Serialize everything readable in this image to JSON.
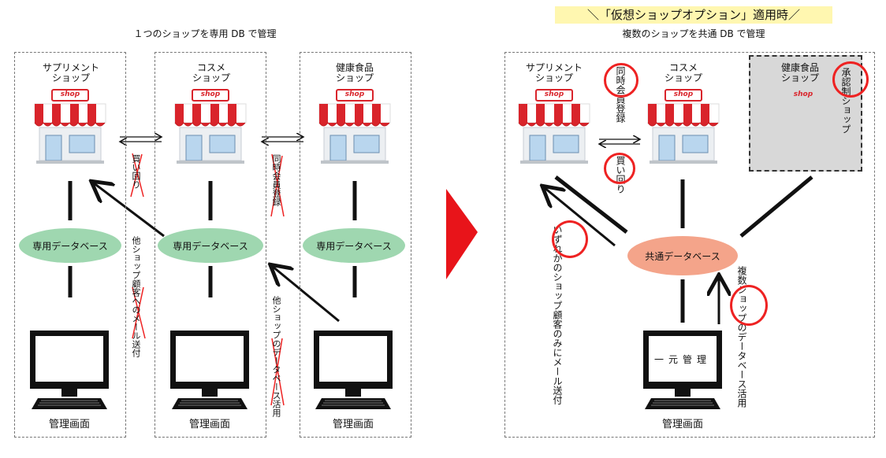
{
  "left": {
    "caption": "１つのショップを専用 DB で管理",
    "shops": [
      {
        "name_line1": "サプリメント",
        "name_line2": "ショップ",
        "sign": "shop"
      },
      {
        "name_line1": "コスメ",
        "name_line2": "ショップ",
        "sign": "shop"
      },
      {
        "name_line1": "健康食品",
        "name_line2": "ショップ",
        "sign": "shop"
      }
    ],
    "database_label": "専用データベース",
    "screen_label": "管理画面",
    "notes": {
      "kaimawari": "買い回り",
      "doji_kaiin": "同時会員登録",
      "mail": "他ショップ顧客へのメール送付",
      "db_use": "他ショップのデータベース活用"
    }
  },
  "arrow_color": "#e8141a",
  "right": {
    "title": "＼「仮想ショップオプション」適用時／",
    "caption": "複数のショップを共通 DB で管理",
    "shops": [
      {
        "name_line1": "サプリメント",
        "name_line2": "ショップ",
        "sign": "shop"
      },
      {
        "name_line1": "コスメ",
        "name_line2": "ショップ",
        "sign": "shop"
      },
      {
        "name_line1": "健康食品",
        "name_line2": "ショップ",
        "sign": "shop"
      }
    ],
    "database_label": "共通データベース",
    "central_screen_text": "一元管理",
    "screen_label": "管理画面",
    "notes": {
      "doji_kaiin": "同時会員登録",
      "kaimawari": "買い回り",
      "shonin": "承認制ショップ",
      "mail": "いずれかのショップ顧客のみにメール送付",
      "db_use": "複数ショップのデータベース活用"
    }
  }
}
